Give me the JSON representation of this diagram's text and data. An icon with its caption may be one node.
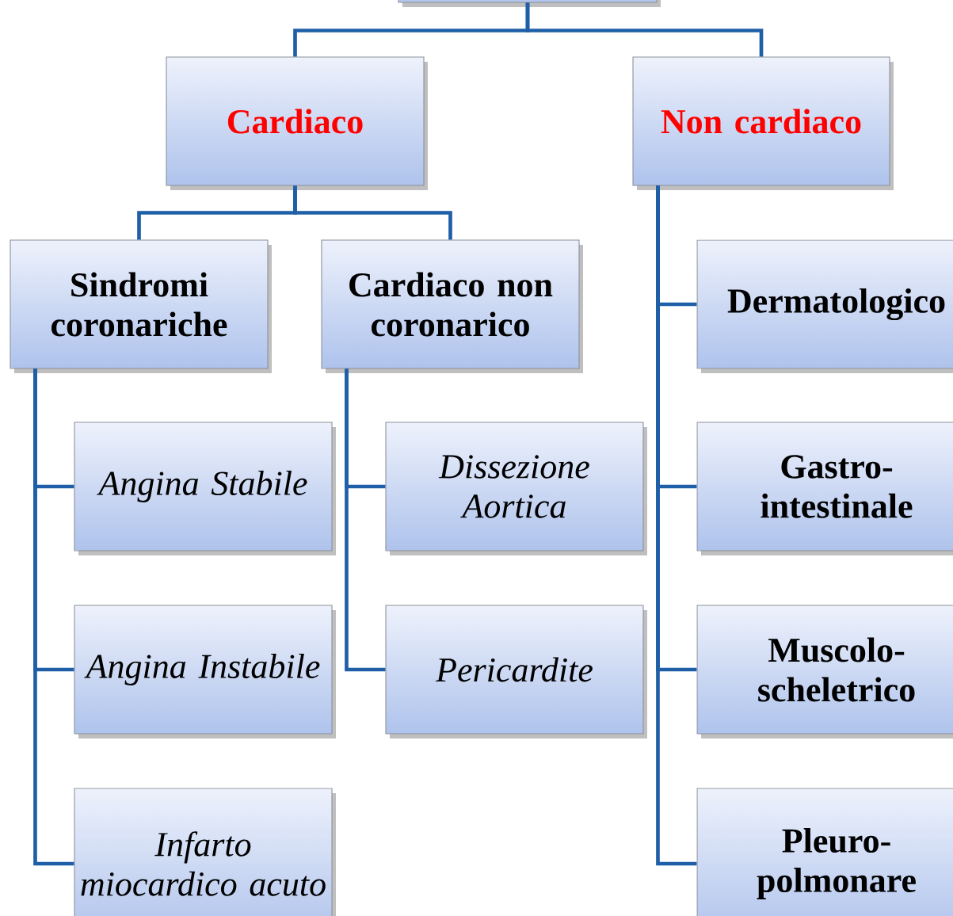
{
  "diagram": {
    "nodes": [
      {
        "text": [],
        "shape": "box"
      },
      {
        "text": [
          "Cardiaco"
        ]
      },
      {
        "text": [
          "Non cardiaco"
        ]
      },
      {
        "text": [
          "Sindromi coronariche"
        ]
      },
      {
        "text": [
          "Cardiaco non coronarico"
        ]
      },
      {
        "text": [
          "Dermatologico"
        ]
      },
      {
        "text": [
          "Angina Stabile"
        ]
      },
      {
        "text": [
          "Dissezione Aortica"
        ]
      },
      {
        "text": [
          "Gastro-intestinale"
        ]
      },
      {
        "text": [
          "Angina Instabile"
        ]
      },
      {
        "text": [
          "Pericardite"
        ]
      },
      {
        "text": [
          "Muscolo-scheletrico"
        ]
      },
      {
        "text": [
          "Infarto miocardico acuto"
        ]
      },
      {
        "text": [
          "Pleuro-polmonare"
        ]
      }
    ],
    "edges": [
      {
        "from": 0,
        "to": 1,
        "arrow": "none"
      },
      {
        "from": 0,
        "to": 2,
        "arrow": "none"
      },
      {
        "from": 1,
        "to": 3,
        "arrow": "none"
      },
      {
        "from": 1,
        "to": 4,
        "arrow": "none"
      },
      {
        "from": 3,
        "to": 6,
        "arrow": "none"
      },
      {
        "from": 3,
        "to": 9,
        "arrow": "none"
      },
      {
        "from": 3,
        "to": 12,
        "arrow": "none"
      },
      {
        "from": 4,
        "to": 7,
        "arrow": "none"
      },
      {
        "from": 4,
        "to": 10,
        "arrow": "none"
      },
      {
        "from": 2,
        "to": 5,
        "arrow": "none"
      },
      {
        "from": 2,
        "to": 8,
        "arrow": "none"
      },
      {
        "from": 2,
        "to": 11,
        "arrow": "none"
      },
      {
        "from": 2,
        "to": 13,
        "arrow": "none"
      }
    ]
  }
}
